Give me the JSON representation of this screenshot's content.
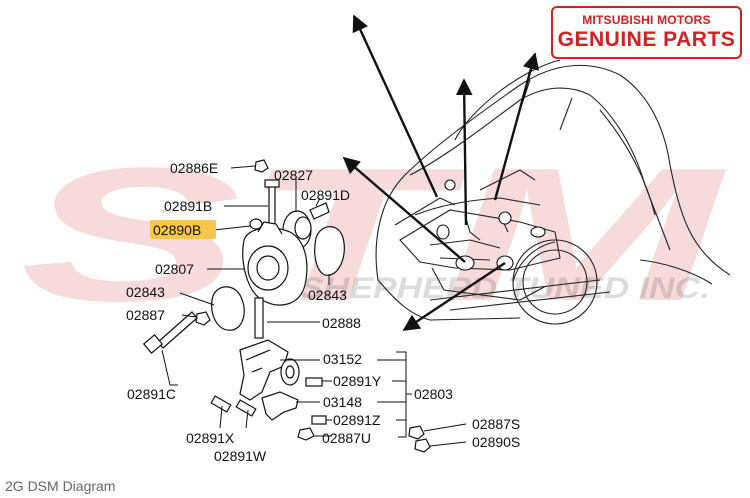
{
  "logo": {
    "line1": "MITSUBISHI MOTORS",
    "line2": "GENUINE PARTS"
  },
  "watermark": {
    "text": "STM",
    "subtext": "SHEPHERD TUNED INC."
  },
  "caption": "2G DSM Diagram",
  "highlight_color": "#f7c64a",
  "brand_color": "#d42020",
  "labels": {
    "p02886E": "02886E",
    "p02827": "02827",
    "p02891D": "02891D",
    "p02891B": "02891B",
    "p02890B": "02890B",
    "p02807": "02807",
    "p02843a": "02843",
    "p02843b": "02843",
    "p02887": "02887",
    "p02888": "02888",
    "p03152": "03152",
    "p02891Y": "02891Y",
    "p02803": "02803",
    "p02891C": "02891C",
    "p03148": "03148",
    "p02891Z": "02891Z",
    "p02887S": "02887S",
    "p02891X": "02891X",
    "p02887U": "02887U",
    "p02890S": "02890S",
    "p02891W": "02891W"
  }
}
